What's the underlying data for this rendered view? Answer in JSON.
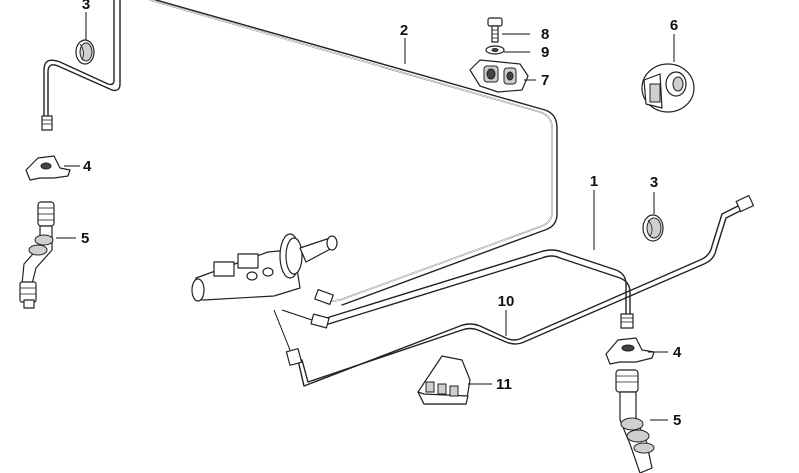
{
  "callouts": {
    "c1": "1",
    "c2": "2",
    "c3_top": "3",
    "c3_right": "3",
    "c4_left": "4",
    "c4_right": "4",
    "c5_left": "5",
    "c5_right": "5",
    "c6": "6",
    "c7": "7",
    "c8": "8",
    "c9": "9",
    "c10": "10",
    "c11": "11"
  }
}
